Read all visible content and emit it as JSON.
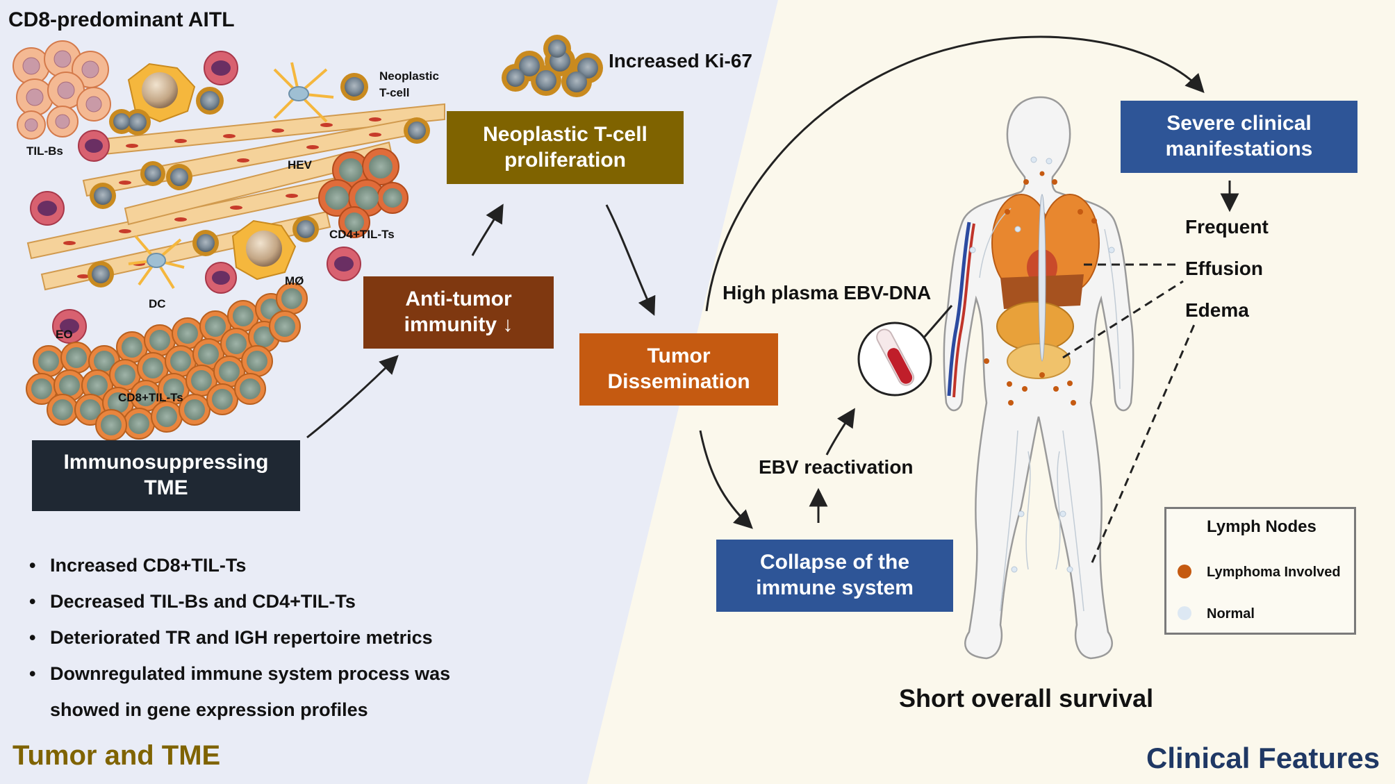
{
  "left_panel": {
    "title": "CD8-predominant AITL",
    "footer": "Tumor and TME",
    "cell_labels": {
      "til_bs": "TIL-Bs",
      "neoplastic_line1": "Neoplastic",
      "neoplastic_line2": "T-cell",
      "hev": "HEV",
      "cd4": "CD4+TIL-Ts",
      "macrophage": "MØ",
      "dc": "DC",
      "eo": "EO",
      "cd8": "CD8+TIL-Ts"
    },
    "ki67": "Increased Ki-67",
    "bullets": [
      "Increased CD8+TIL-Ts",
      "Decreased TIL-Bs and CD4+TIL-Ts",
      "Deteriorated TR and IGH repertoire metrics",
      "Downregulated immune system process was",
      "showed in gene expression profiles"
    ],
    "bullet_marker": "•"
  },
  "boxes": {
    "immunosuppressing": {
      "line1": "Immunosuppressing",
      "line2": "TME",
      "color": "#1f2833"
    },
    "anti_tumor": {
      "line1": "Anti-tumor",
      "line2": "immunity ↓",
      "color": "#7f3810"
    },
    "neoplastic": {
      "line1": "Neoplastic T-cell",
      "line2": "proliferation",
      "color": "#7f6300"
    },
    "dissemination": {
      "line1": "Tumor",
      "line2": "Dissemination",
      "color": "#c55a11"
    },
    "collapse": {
      "line1": "Collapse of the",
      "line2": "immune system",
      "color": "#2e5597"
    },
    "severe": {
      "line1": "Severe clinical",
      "line2": "manifestations",
      "color": "#2e5597"
    }
  },
  "right_panel": {
    "ebv_dna": "High plasma EBV-DNA",
    "ebv_reactivation": "EBV reactivation",
    "symptoms": [
      "Frequent",
      "Effusion",
      "Edema"
    ],
    "survival": "Short overall survival",
    "footer": "Clinical Features",
    "legend": {
      "title": "Lymph Nodes",
      "items": [
        {
          "label": "Lymphoma Involved",
          "color": "#c55a11"
        },
        {
          "label": "Normal",
          "color": "#dde8f3"
        }
      ]
    }
  },
  "colors": {
    "left_bg": "#e9ecf6",
    "right_bg": "#fbf8ec",
    "footer_left": "#7f6300",
    "footer_right": "#1f3864"
  }
}
